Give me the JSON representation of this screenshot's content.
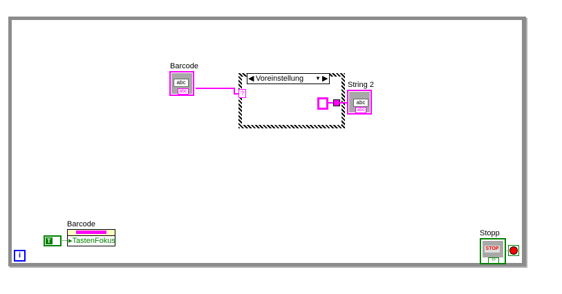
{
  "controls": {
    "barcode_label": "Barcode",
    "barcode_type": "abc",
    "barcode_tag": "abc"
  },
  "case_structure": {
    "selector": "Voreinstellung",
    "terminal": "?"
  },
  "indicator": {
    "label": "String 2",
    "type": "abc",
    "tag": "abc"
  },
  "property_node": {
    "label": "Barcode",
    "property": "TastenFokus",
    "constant": "T"
  },
  "stop": {
    "label": "Stopp",
    "button_text": "STOP",
    "tag": "TF"
  },
  "iteration": {
    "label": "i"
  },
  "colors": {
    "string_wire": "#ff00ff",
    "boolean": "#008000",
    "loop_border": "#8c8c8c"
  }
}
